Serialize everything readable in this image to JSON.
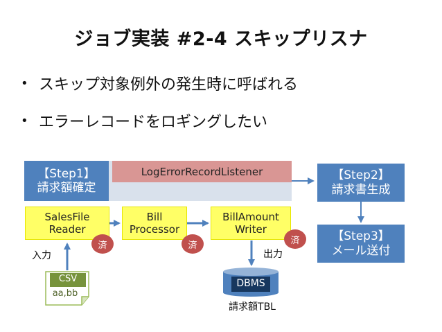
{
  "title": "ジョブ実装 #2-4 スキップリスナ",
  "bullets": [
    "スキップ対象例外の発生時に呼ばれる",
    "エラーレコードをロギングしたい"
  ],
  "bullet_symbol": "•",
  "step1": {
    "line1": "【Step1】",
    "line2": "請求額確定"
  },
  "listener": "LogErrorRecordListener",
  "components": {
    "reader": {
      "line1": "SalesFile",
      "line2": "Reader"
    },
    "processor": {
      "line1": "Bill",
      "line2": "Processor"
    },
    "writer": {
      "line1": "BillAmount",
      "line2": "Writer"
    }
  },
  "done_badge": "済",
  "step2": {
    "line1": "【Step2】",
    "line2": "請求書生成"
  },
  "step3": {
    "line1": "【Step3】",
    "line2": "メール送付"
  },
  "input_label": "入力",
  "output_label": "出力",
  "csv": {
    "header": "CSV",
    "content": "aa,bb"
  },
  "dbms": {
    "label": "DBMS",
    "caption": "請求額TBL"
  },
  "colors": {
    "blue": "#4f81bd",
    "red_badge": "#c0504d",
    "yellow": "#ffff66",
    "listener": "#d99694",
    "csv_green": "#77933c"
  }
}
